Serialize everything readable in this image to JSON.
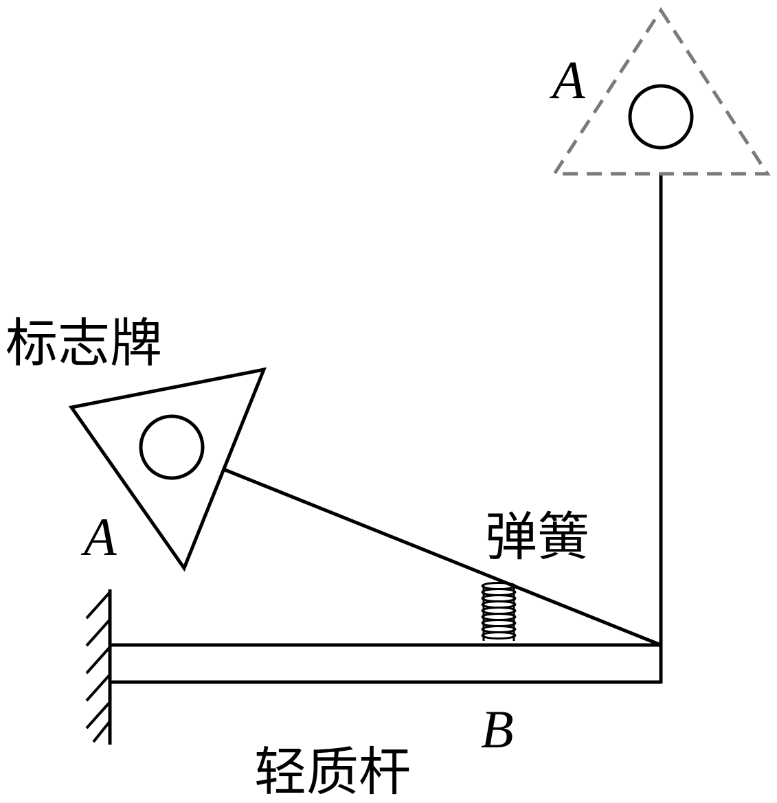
{
  "labels": {
    "point_a_upper": "A",
    "point_a_lower": "A",
    "point_b": "B",
    "sign": "标志牌",
    "spring": "弹簧",
    "light_rod": "轻质杆"
  },
  "colors": {
    "ink": "#000000",
    "dashed_outline": "#7a7a7a",
    "background": "#ffffff"
  }
}
